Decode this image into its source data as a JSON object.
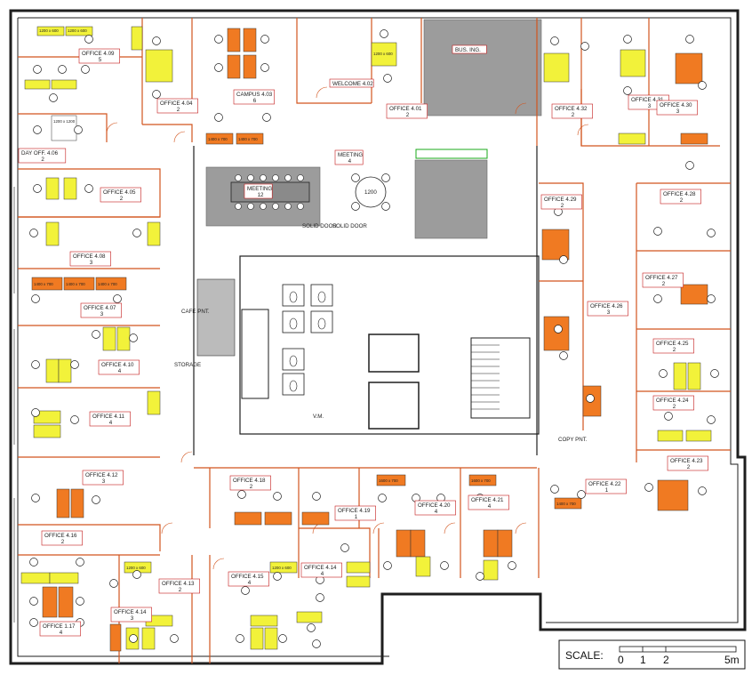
{
  "colors": {
    "wall": "#1e1e1e",
    "partition": "#d2551e",
    "desk_yellow": "#f2f23a",
    "desk_orange": "#f07a22",
    "label_box": "#c41a1a",
    "meeting_gray": "#9c9c9c",
    "green": "#18a818",
    "blue": "#1a2fc4"
  },
  "rooms": [
    {
      "name": "OFFICE 4.09",
      "count": "5"
    },
    {
      "name": "CAMPUS 4.03",
      "count": "6"
    },
    {
      "name": "WELCOME 4.02",
      "count": ""
    },
    {
      "name": "OFFICE 4.01",
      "count": "2"
    },
    {
      "name": "BUS. ING.",
      "count": ""
    },
    {
      "name": "OFFICE 4.32",
      "count": "2"
    },
    {
      "name": "OFFICE 4.31",
      "count": "3"
    },
    {
      "name": "OFFICE 4.30",
      "count": "3"
    },
    {
      "name": "OFFICE 4.04",
      "count": "2"
    },
    {
      "name": "DAY OFF. 4.06",
      "count": "2"
    },
    {
      "name": "MEETING",
      "count": "12"
    },
    {
      "name": "MEETING",
      "count": "4"
    },
    {
      "name": "OFFICE 4.05",
      "count": "2"
    },
    {
      "name": "OFFICE 4.29",
      "count": "2"
    },
    {
      "name": "OFFICE 4.28",
      "count": "2"
    },
    {
      "name": "OFFICE 4.08",
      "count": "3"
    },
    {
      "name": "OFFICE 4.27",
      "count": "2"
    },
    {
      "name": "OFFICE 4.07",
      "count": "3"
    },
    {
      "name": "OFFICE 4.26",
      "count": "3"
    },
    {
      "name": "OFFICE 4.10",
      "count": "4"
    },
    {
      "name": "OFFICE 4.25",
      "count": "2"
    },
    {
      "name": "OFFICE 4.24",
      "count": "2"
    },
    {
      "name": "OFFICE 4.11",
      "count": "4"
    },
    {
      "name": "OFFICE 4.23",
      "count": "2"
    },
    {
      "name": "OFFICE 4.12",
      "count": "3"
    },
    {
      "name": "OFFICE 4.16",
      "count": "2"
    },
    {
      "name": "OFFICE 4.18",
      "count": "2"
    },
    {
      "name": "OFFICE 4.19",
      "count": "1"
    },
    {
      "name": "OFFICE 4.20",
      "count": "4"
    },
    {
      "name": "OFFICE 4.21",
      "count": "4"
    },
    {
      "name": "OFFICE 4.22",
      "count": "1"
    },
    {
      "name": "OFFICE 4.13",
      "count": "2"
    },
    {
      "name": "OFFICE 4.15",
      "count": "4"
    },
    {
      "name": "OFFICE 4.14",
      "count": "4"
    },
    {
      "name": "OFFICE 1.17",
      "count": "4"
    },
    {
      "name": "OFFICE 4.14",
      "count": "3"
    }
  ],
  "service_labels": {
    "cafe": "CAFE PNT.",
    "storage": "STORAGE",
    "vm": "V.M.",
    "copy": "COPY PNT.",
    "solid_door": "SOLID DOOR",
    "table_size": "1200"
  },
  "desk_sizes": {
    "a": "1200 x 600",
    "b": "1400 x 700",
    "c": "1000 x 600",
    "d": "1200 x 1200",
    "e": "1600 x 700"
  },
  "scale": {
    "label": "SCALE:",
    "ticks": [
      "0",
      "1",
      "2",
      "5m"
    ]
  }
}
